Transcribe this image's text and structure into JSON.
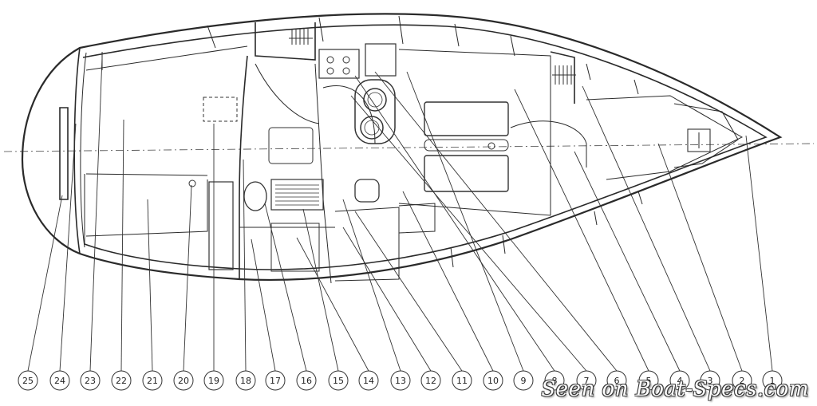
{
  "diagram": {
    "callout_labels": [
      "25",
      "24",
      "23",
      "22",
      "21",
      "20",
      "19",
      "18",
      "17",
      "16",
      "15",
      "14",
      "13",
      "12",
      "11",
      "10",
      "9",
      "8",
      "7",
      "6",
      "5",
      "4",
      "3",
      "2",
      "1"
    ]
  },
  "watermark": {
    "text": "Seen on Boat-Specs.com"
  }
}
